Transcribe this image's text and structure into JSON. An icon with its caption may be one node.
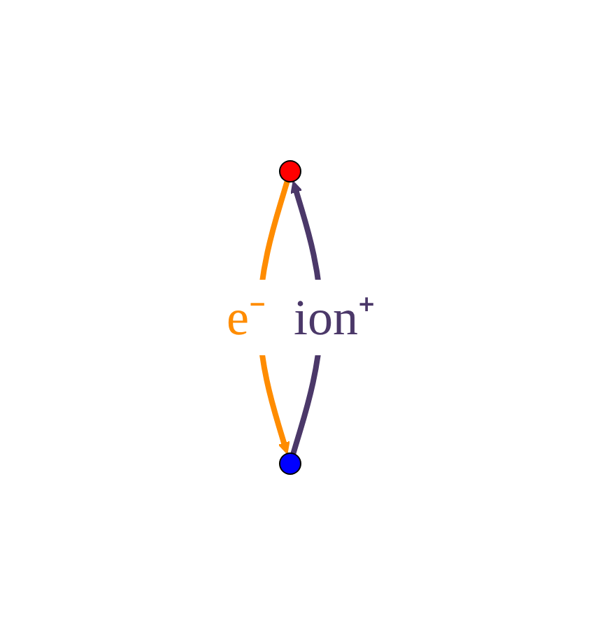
{
  "diagram": {
    "nodes": [
      {
        "text": [],
        "shape": "circle"
      },
      {
        "text": [],
        "shape": "circle"
      }
    ],
    "edges": [
      {
        "from": 1,
        "to": 0,
        "arrow": "to",
        "label": "ion⁺",
        "color": "#4b3869"
      },
      {
        "from": 0,
        "to": 1,
        "arrow": "to",
        "label": "e⁻",
        "color": "#ff8c00"
      }
    ]
  }
}
